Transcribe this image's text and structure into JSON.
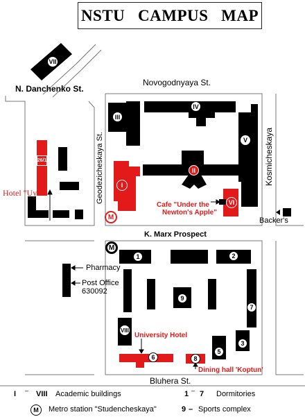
{
  "title": "NSTU   CAMPUS   MAP",
  "streets": {
    "north": "Novogodnyaya St.",
    "northwest": "N. Danchenko St.",
    "west": "Geodezicheskaya St.",
    "east": "Kosmicheskaya",
    "middle": "K. Marx Prospect",
    "south": "Bluhera St."
  },
  "academic_buildings": [
    {
      "label": "I"
    },
    {
      "label": "II"
    },
    {
      "label": "III"
    },
    {
      "label": "IV"
    },
    {
      "label": "V"
    },
    {
      "label": "VI"
    },
    {
      "label": "VII"
    },
    {
      "label": "VIII"
    }
  ],
  "dormitories": [
    {
      "label": "1"
    },
    {
      "label": "2"
    },
    {
      "label": "3"
    },
    {
      "label": "5"
    },
    {
      "label": "6"
    },
    {
      "label": "7"
    },
    {
      "label": "8"
    },
    {
      "label": "9"
    },
    {
      "label": "26/1"
    }
  ],
  "metro_symbol": "M",
  "places": {
    "hotel_uyut": "Hotel \"Uyut\"",
    "cafe_line1": "Cafe \"Under the",
    "cafe_line2": "Newton's Apple\"",
    "backers": "Backer's",
    "pharmacy": "Pharmacy",
    "post_office": "Post Office",
    "post_code": "630092",
    "university_hotel": "University Hotel",
    "dining_hall": "Dining hall 'Koptun'"
  },
  "legend": {
    "academic_from": "I",
    "academic_to": "VIII",
    "academic_text": "Academic buildings",
    "dorm_from": "1",
    "dorm_to": "7",
    "dorm_text": "Dormitories",
    "metro_text": "Metro station \"Studencheskaya\"",
    "sports_num": "9",
    "sports_text": "Sports complex",
    "dash": "–"
  },
  "colors": {
    "building": "#000000",
    "highlight": "#e31a1a",
    "road_edge": "#777777",
    "background": "#ffffff"
  }
}
